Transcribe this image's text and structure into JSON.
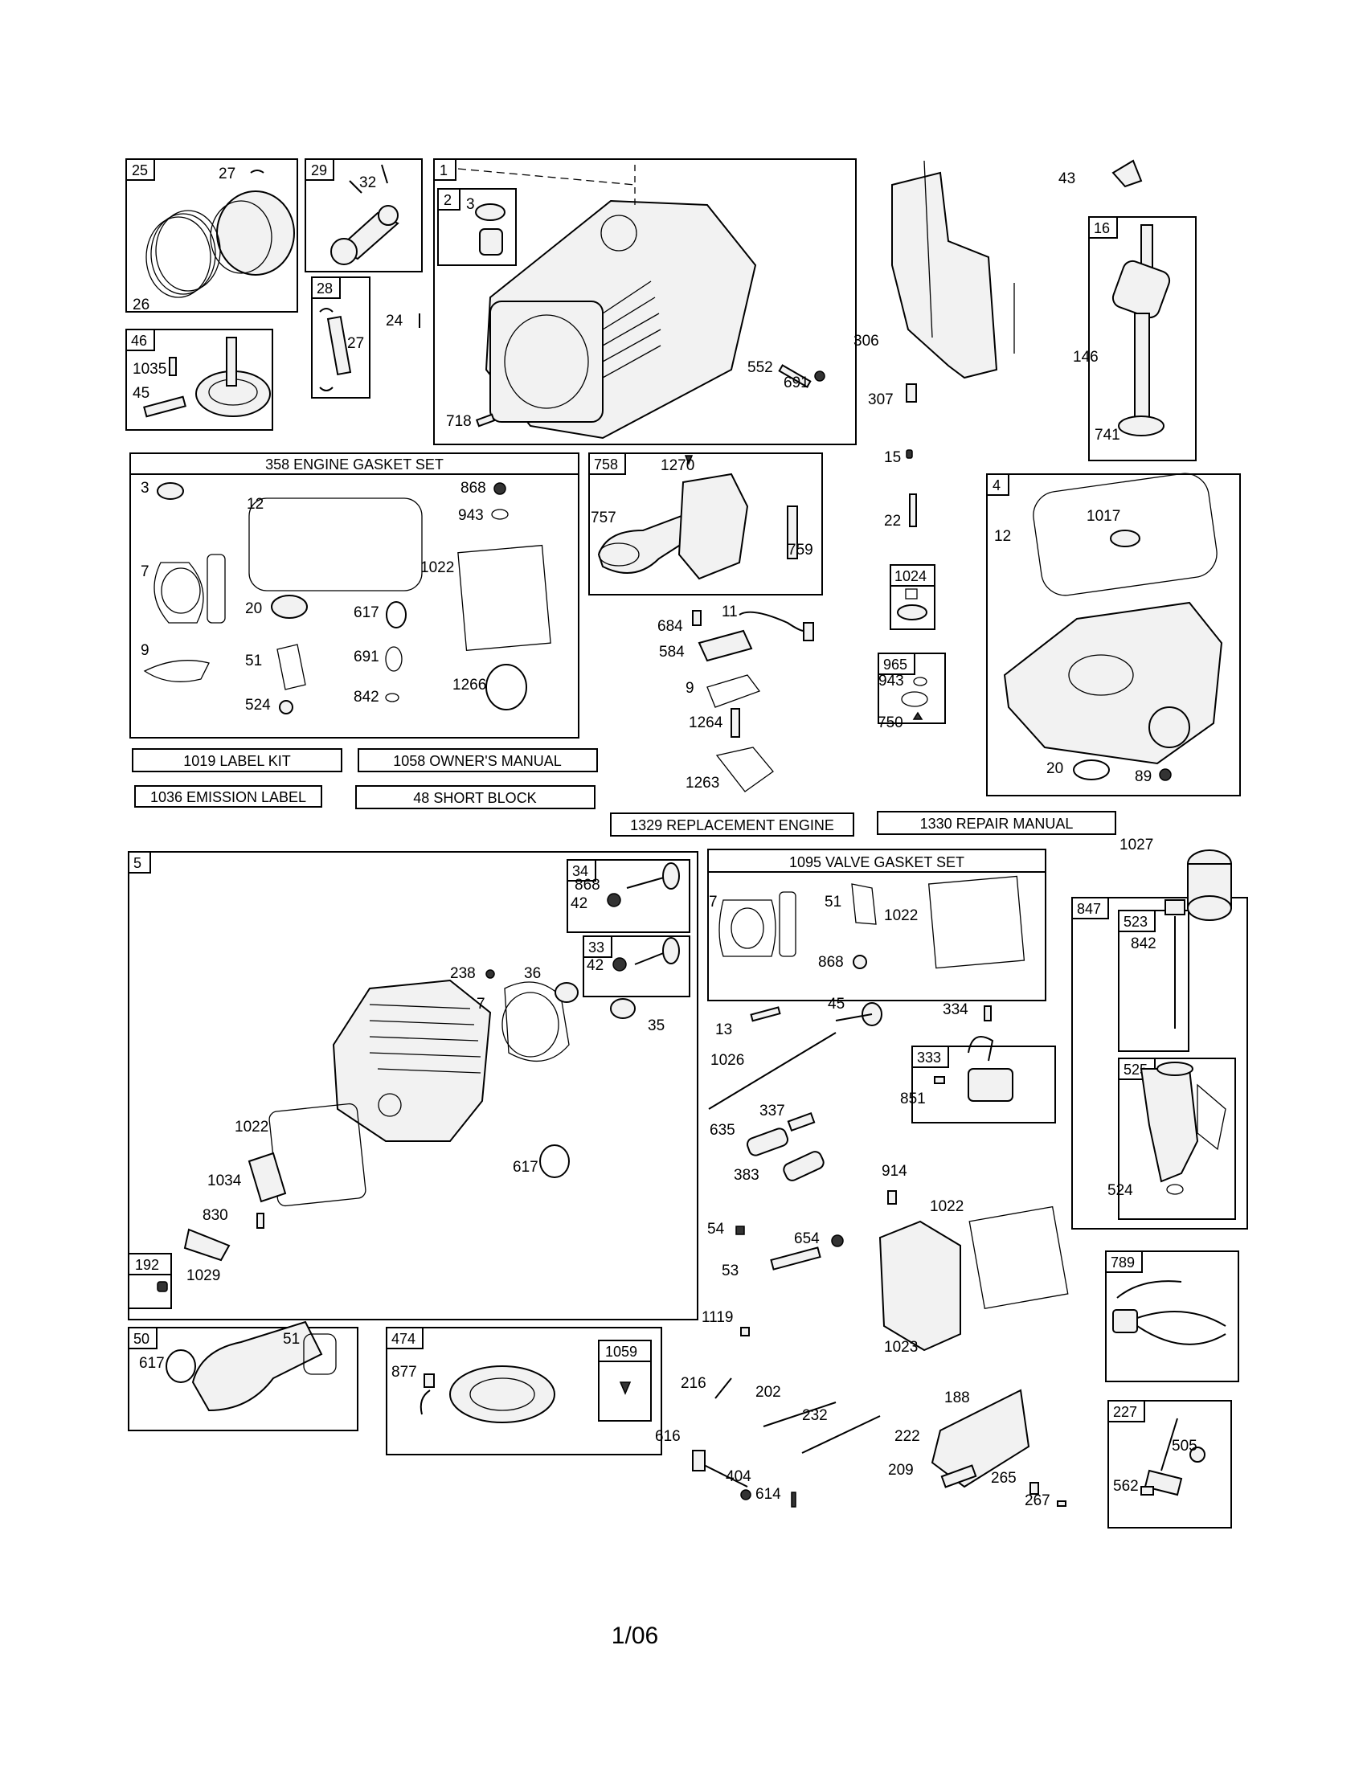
{
  "box_labels": {
    "b25": "25",
    "b29": "29",
    "b1": "1",
    "b2": "2",
    "b28": "28",
    "b46": "46",
    "b16": "16",
    "b758": "758",
    "b4": "4",
    "b1024": "1024",
    "b965": "965",
    "b5": "5",
    "b34": "34",
    "b33": "33",
    "b847": "847",
    "b523": "523",
    "b525": "525",
    "b333": "333",
    "b192": "192",
    "b50": "50",
    "b474": "474",
    "b1059": "1059",
    "b789": "789",
    "b227": "227"
  },
  "banners": {
    "gasket_set": "358 ENGINE GASKET SET",
    "label_kit": "1019 LABEL KIT",
    "owners_manual": "1058 OWNER'S MANUAL",
    "emission_label": "1036 EMISSION LABEL",
    "short_block": "48 SHORT BLOCK",
    "replacement_engine": "1329 REPLACEMENT ENGINE",
    "repair_manual": "1330 REPAIR MANUAL",
    "valve_gasket_set": "1095 VALVE GASKET SET"
  },
  "callouts": {
    "c27a": "27",
    "c26": "26",
    "c32": "32",
    "c3a": "3",
    "c24": "24",
    "c27b": "27",
    "c1035": "1035",
    "c45a": "45",
    "c552": "552",
    "c691a": "691",
    "c718": "718",
    "c43": "43",
    "c306": "306",
    "c307": "307",
    "c146": "146",
    "c741": "741",
    "c3b": "3",
    "c12a": "12",
    "c868a": "868",
    "c943a": "943",
    "c7a": "7",
    "c1022a": "1022",
    "c20a": "20",
    "c617a": "617",
    "c9a": "9",
    "c51a": "51",
    "c691b": "691",
    "c1266": "1266",
    "c524a": "524",
    "c842a": "842",
    "c1270": "1270",
    "c757": "757",
    "c759": "759",
    "c15": "15",
    "c22": "22",
    "c12b": "12",
    "c1017": "1017",
    "c684": "684",
    "c11": "11",
    "c584": "584",
    "c9b": "9",
    "c1264": "1264",
    "c1263": "1263",
    "c943b": "943",
    "c750": "750",
    "c20b": "20",
    "c89": "89",
    "c1027": "1027",
    "c868b": "868",
    "c42a": "42",
    "c42b": "42",
    "c238": "238",
    "c36": "36",
    "c7b": "7",
    "c35": "35",
    "c1022b": "1022",
    "c1034": "1034",
    "c830": "830",
    "c617b": "617",
    "c1029": "1029",
    "c7c": "7",
    "c51b": "51",
    "c1022c": "1022",
    "c868c": "868",
    "c842b": "842",
    "c524b": "524",
    "c13": "13",
    "c45b": "45",
    "c334": "334",
    "c1026": "1026",
    "c851": "851",
    "c337": "337",
    "c635": "635",
    "c383": "383",
    "c914": "914",
    "c1022d": "1022",
    "c54": "54",
    "c654": "654",
    "c53": "53",
    "c1119": "1119",
    "c1023": "1023",
    "c51c": "51",
    "c617c": "617",
    "c877": "877",
    "c216": "216",
    "c202": "202",
    "c232": "232",
    "c188": "188",
    "c222": "222",
    "c616": "616",
    "c209": "209",
    "c265": "265",
    "c267": "267",
    "c404": "404",
    "c614": "614",
    "c505": "505",
    "c562": "562"
  },
  "footer": {
    "date_code": "1/06"
  }
}
